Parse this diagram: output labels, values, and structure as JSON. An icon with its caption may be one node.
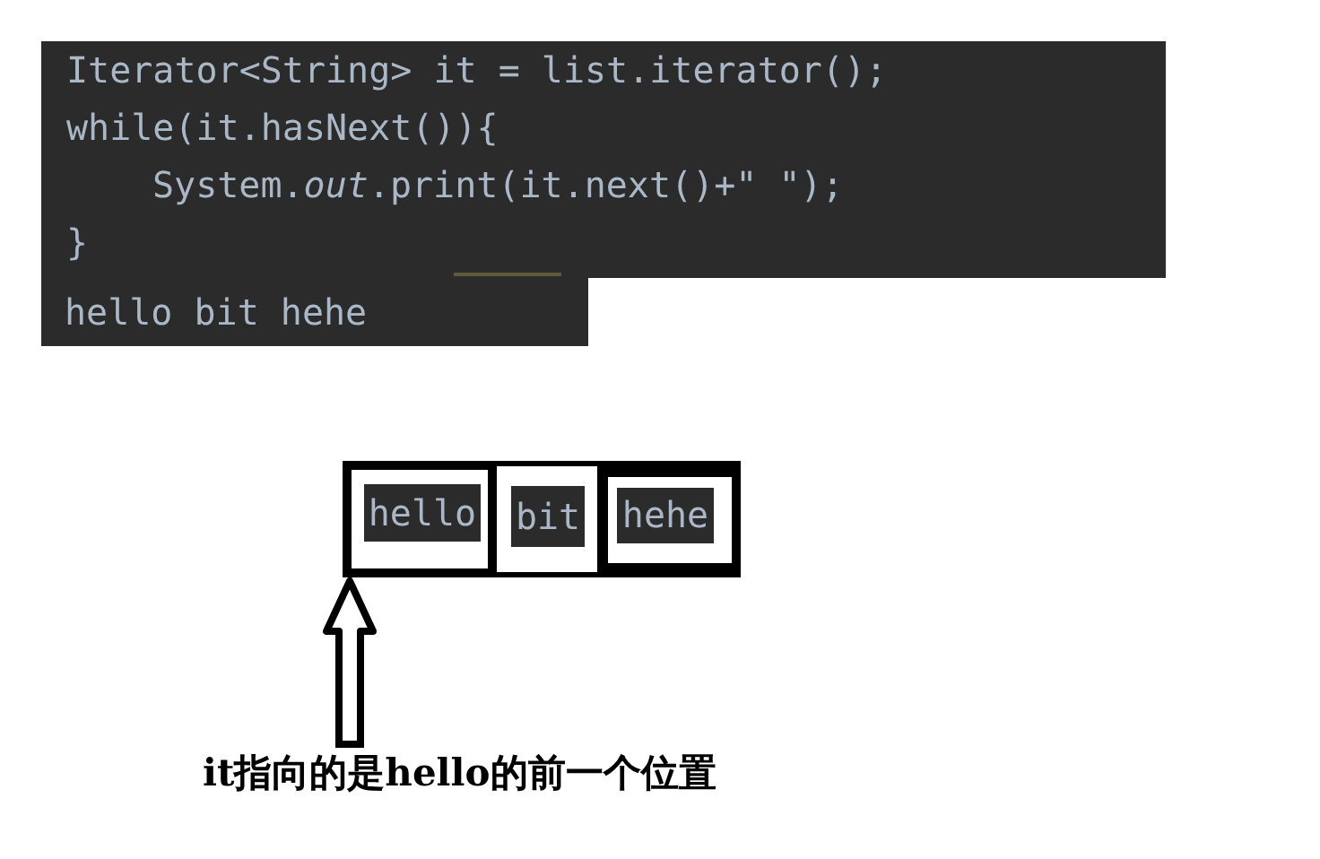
{
  "diagram": {
    "nodes": [
      {
        "text": [
          "Iterator<String> it = list.iterator();",
          "while(it.hasNext()){",
          "System.*out*.print(it.next()+\" \");",
          "}"
        ]
      },
      {
        "text": [
          "hello bit hehe"
        ]
      },
      {
        "text": [],
        "shape": "box"
      },
      {
        "text": [
          "hello"
        ],
        "in": 2
      },
      {
        "text": [
          "bit"
        ],
        "in": 2
      },
      {
        "text": [
          "hehe"
        ],
        "in": 2
      },
      {
        "text": [
          "it指向的是hello的前一个位置"
        ]
      }
    ],
    "edges": [
      {
        "from": 6,
        "to": 2,
        "arrow": "to"
      }
    ]
  }
}
